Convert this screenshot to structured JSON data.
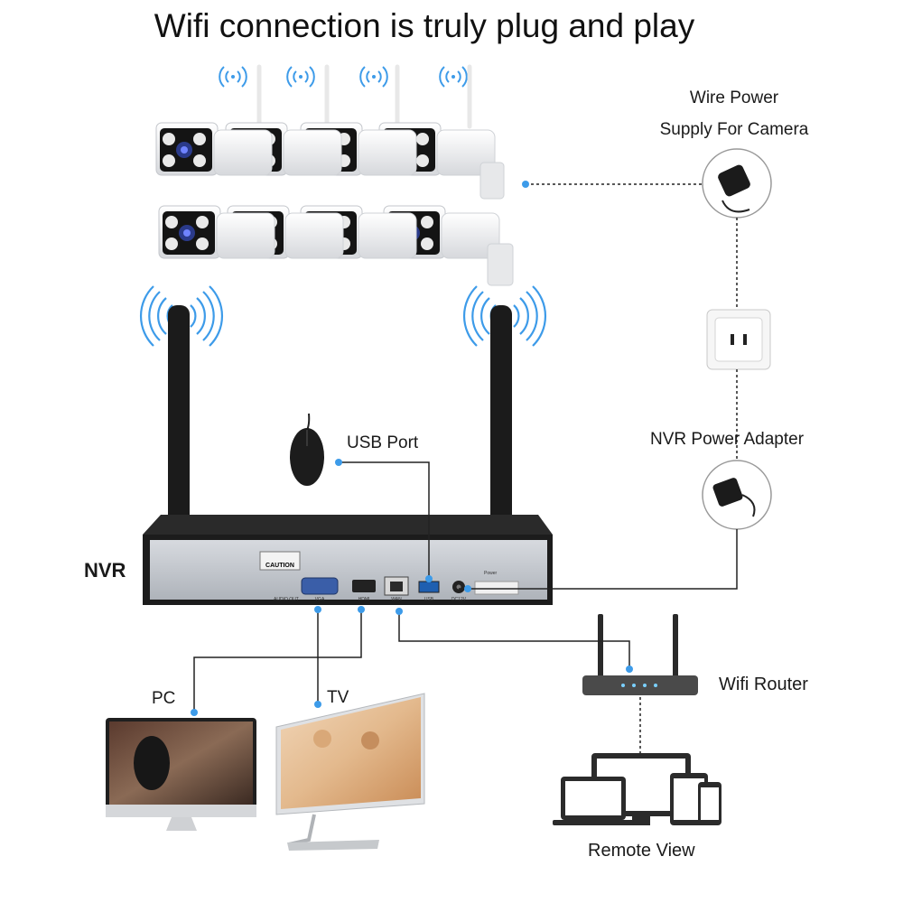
{
  "title": "Wifi connection is truly plug and play",
  "labels": {
    "wire_power_line1": "Wire Power",
    "wire_power_line2": "Supply For Camera",
    "usb_port": "USB Port",
    "nvr_power_adapter": "NVR Power Adapter",
    "nvr": "NVR",
    "pc": "PC",
    "tv": "TV",
    "wifi_router": "Wifi Router",
    "remote_view": "Remote View"
  },
  "nvr_panel": {
    "caution": "CAUTION",
    "audio_out": "AUDIO OUT",
    "vga": "VGA",
    "hdmi": "HDMI",
    "wan": "WAN",
    "usb": "USB",
    "dc12v": "DC12V",
    "power": "Power"
  },
  "colors": {
    "connector_dot": "#3d9be9",
    "wifi_signal": "#3d9be9",
    "nvr_body": "#1c1c1c",
    "nvr_front": "#c9cdd2"
  },
  "icons": {
    "cameras": "bullet-camera-icon",
    "wifi": "wifi-signal-icon",
    "mouse": "mouse-icon",
    "router": "router-icon",
    "adapter": "power-adapter-icon",
    "outlet": "power-outlet-icon",
    "pc": "imac-monitor-icon",
    "tv": "tv-monitor-icon",
    "devices": "remote-devices-icon"
  }
}
